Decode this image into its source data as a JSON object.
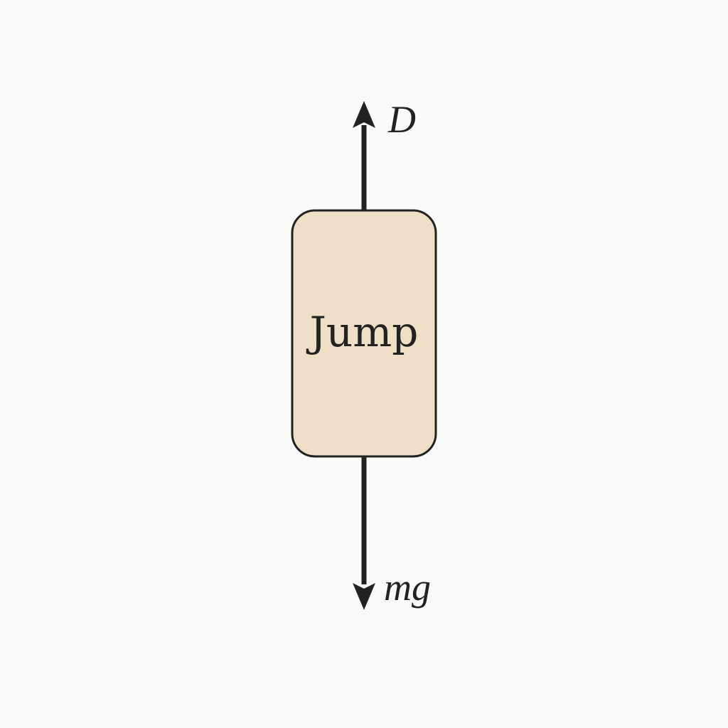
{
  "body": {
    "label": "Jump",
    "fill_color": "#efdfc7",
    "stroke_color": "#222222"
  },
  "forces": {
    "up": {
      "label": "D",
      "direction": "up"
    },
    "down": {
      "label": "mg",
      "direction": "down"
    }
  },
  "colors": {
    "background": "#fafaf8",
    "ink": "#222222"
  }
}
